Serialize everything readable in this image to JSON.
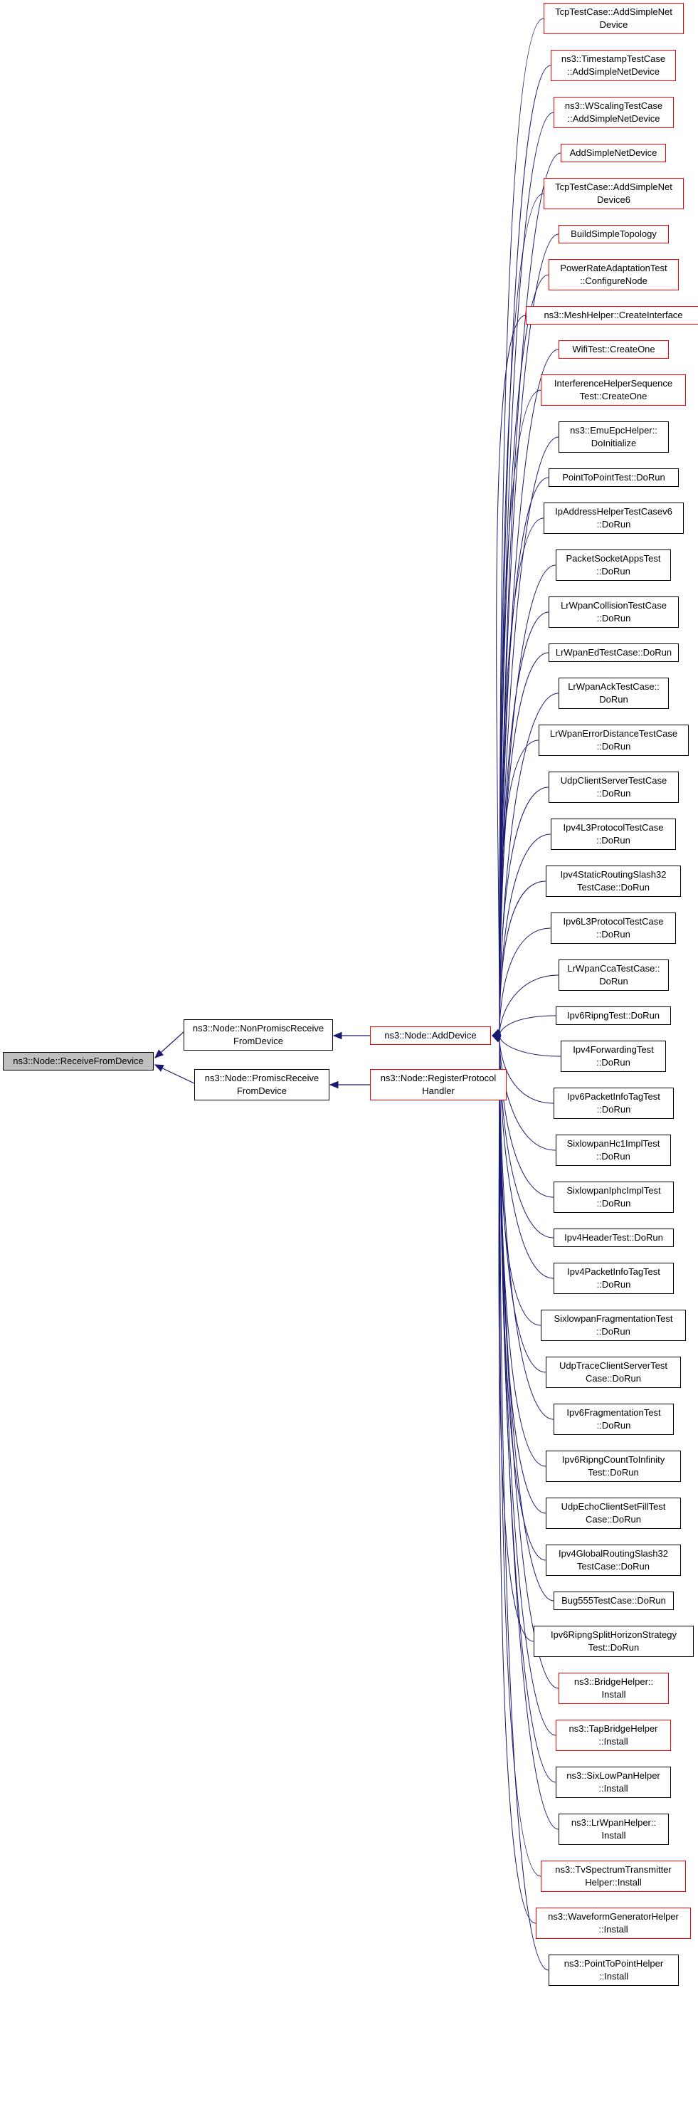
{
  "colors": {
    "edge": "#191970",
    "border_default": "#000000",
    "border_truncated": "#ff0000",
    "root_fill": "#bfbfbf"
  },
  "root": {
    "id": "root",
    "lines": [
      "ns3::Node::ReceiveFromDevice"
    ]
  },
  "level1": [
    {
      "id": "nonpromisc",
      "lines": [
        "ns3::Node::NonPromiscReceive",
        "FromDevice"
      ],
      "truncated": false
    },
    {
      "id": "promisc",
      "lines": [
        "ns3::Node::PromiscReceive",
        "FromDevice"
      ],
      "truncated": false
    }
  ],
  "level2": [
    {
      "id": "adddevice",
      "lines": [
        "ns3::Node::AddDevice"
      ],
      "truncated": true
    },
    {
      "id": "registerhandler",
      "lines": [
        "ns3::Node::RegisterProtocol",
        "Handler"
      ],
      "truncated": true
    }
  ],
  "edges_root": [
    {
      "from": "nonpromisc",
      "to": "root"
    },
    {
      "from": "promisc",
      "to": "root"
    },
    {
      "from": "adddevice",
      "to": "nonpromisc"
    },
    {
      "from": "registerhandler",
      "to": "promisc"
    }
  ],
  "callers": [
    {
      "lines": [
        "TcpTestCase::AddSimpleNet",
        "Device"
      ],
      "truncated": true
    },
    {
      "lines": [
        "ns3::TimestampTestCase",
        "::AddSimpleNetDevice"
      ],
      "truncated": true
    },
    {
      "lines": [
        "ns3::WScalingTestCase",
        "::AddSimpleNetDevice"
      ],
      "truncated": true
    },
    {
      "lines": [
        "AddSimpleNetDevice"
      ],
      "truncated": true
    },
    {
      "lines": [
        "TcpTestCase::AddSimpleNet",
        "Device6"
      ],
      "truncated": true
    },
    {
      "lines": [
        "BuildSimpleTopology"
      ],
      "truncated": true
    },
    {
      "lines": [
        "PowerRateAdaptationTest",
        "::ConfigureNode"
      ],
      "truncated": true
    },
    {
      "lines": [
        "ns3::MeshHelper::CreateInterface"
      ],
      "truncated": true
    },
    {
      "lines": [
        "WifiTest::CreateOne"
      ],
      "truncated": true
    },
    {
      "lines": [
        "InterferenceHelperSequence",
        "Test::CreateOne"
      ],
      "truncated": true
    },
    {
      "lines": [
        "ns3::EmuEpcHelper::",
        "DoInitialize"
      ],
      "truncated": false
    },
    {
      "lines": [
        "PointToPointTest::DoRun"
      ],
      "truncated": false
    },
    {
      "lines": [
        "IpAddressHelperTestCasev6",
        "::DoRun"
      ],
      "truncated": false
    },
    {
      "lines": [
        "PacketSocketAppsTest",
        "::DoRun"
      ],
      "truncated": false
    },
    {
      "lines": [
        "LrWpanCollisionTestCase",
        "::DoRun"
      ],
      "truncated": false
    },
    {
      "lines": [
        "LrWpanEdTestCase::DoRun"
      ],
      "truncated": false
    },
    {
      "lines": [
        "LrWpanAckTestCase::",
        "DoRun"
      ],
      "truncated": false
    },
    {
      "lines": [
        "LrWpanErrorDistanceTestCase",
        "::DoRun"
      ],
      "truncated": false
    },
    {
      "lines": [
        "UdpClientServerTestCase",
        "::DoRun"
      ],
      "truncated": false
    },
    {
      "lines": [
        "Ipv4L3ProtocolTestCase",
        "::DoRun"
      ],
      "truncated": false
    },
    {
      "lines": [
        "Ipv4StaticRoutingSlash32",
        "TestCase::DoRun"
      ],
      "truncated": false
    },
    {
      "lines": [
        "Ipv6L3ProtocolTestCase",
        "::DoRun"
      ],
      "truncated": false
    },
    {
      "lines": [
        "LrWpanCcaTestCase::",
        "DoRun"
      ],
      "truncated": false
    },
    {
      "lines": [
        "Ipv6RipngTest::DoRun"
      ],
      "truncated": false
    },
    {
      "lines": [
        "Ipv4ForwardingTest",
        "::DoRun"
      ],
      "truncated": false
    },
    {
      "lines": [
        "Ipv6PacketInfoTagTest",
        "::DoRun"
      ],
      "truncated": false
    },
    {
      "lines": [
        "SixlowpanHc1ImplTest",
        "::DoRun"
      ],
      "truncated": false
    },
    {
      "lines": [
        "SixlowpanIphcImplTest",
        "::DoRun"
      ],
      "truncated": false
    },
    {
      "lines": [
        "Ipv4HeaderTest::DoRun"
      ],
      "truncated": false
    },
    {
      "lines": [
        "Ipv4PacketInfoTagTest",
        "::DoRun"
      ],
      "truncated": false
    },
    {
      "lines": [
        "SixlowpanFragmentationTest",
        "::DoRun"
      ],
      "truncated": false
    },
    {
      "lines": [
        "UdpTraceClientServerTest",
        "Case::DoRun"
      ],
      "truncated": false
    },
    {
      "lines": [
        "Ipv6FragmentationTest",
        "::DoRun"
      ],
      "truncated": false
    },
    {
      "lines": [
        "Ipv6RipngCountToInfinity",
        "Test::DoRun"
      ],
      "truncated": false
    },
    {
      "lines": [
        "UdpEchoClientSetFillTest",
        "Case::DoRun"
      ],
      "truncated": false
    },
    {
      "lines": [
        "Ipv4GlobalRoutingSlash32",
        "TestCase::DoRun"
      ],
      "truncated": false
    },
    {
      "lines": [
        "Bug555TestCase::DoRun"
      ],
      "truncated": false
    },
    {
      "lines": [
        "Ipv6RipngSplitHorizonStrategy",
        "Test::DoRun"
      ],
      "truncated": false
    },
    {
      "lines": [
        "ns3::BridgeHelper::",
        "Install"
      ],
      "truncated": true
    },
    {
      "lines": [
        "ns3::TapBridgeHelper",
        "::Install"
      ],
      "truncated": true
    },
    {
      "lines": [
        "ns3::SixLowPanHelper",
        "::Install"
      ],
      "truncated": false
    },
    {
      "lines": [
        "ns3::LrWpanHelper::",
        "Install"
      ],
      "truncated": false
    },
    {
      "lines": [
        "ns3::TvSpectrumTransmitter",
        "Helper::Install"
      ],
      "truncated": true
    },
    {
      "lines": [
        "ns3::WaveformGeneratorHelper",
        "::Install"
      ],
      "truncated": true
    },
    {
      "lines": [
        "ns3::PointToPointHelper",
        "::Install"
      ],
      "truncated": false
    }
  ]
}
